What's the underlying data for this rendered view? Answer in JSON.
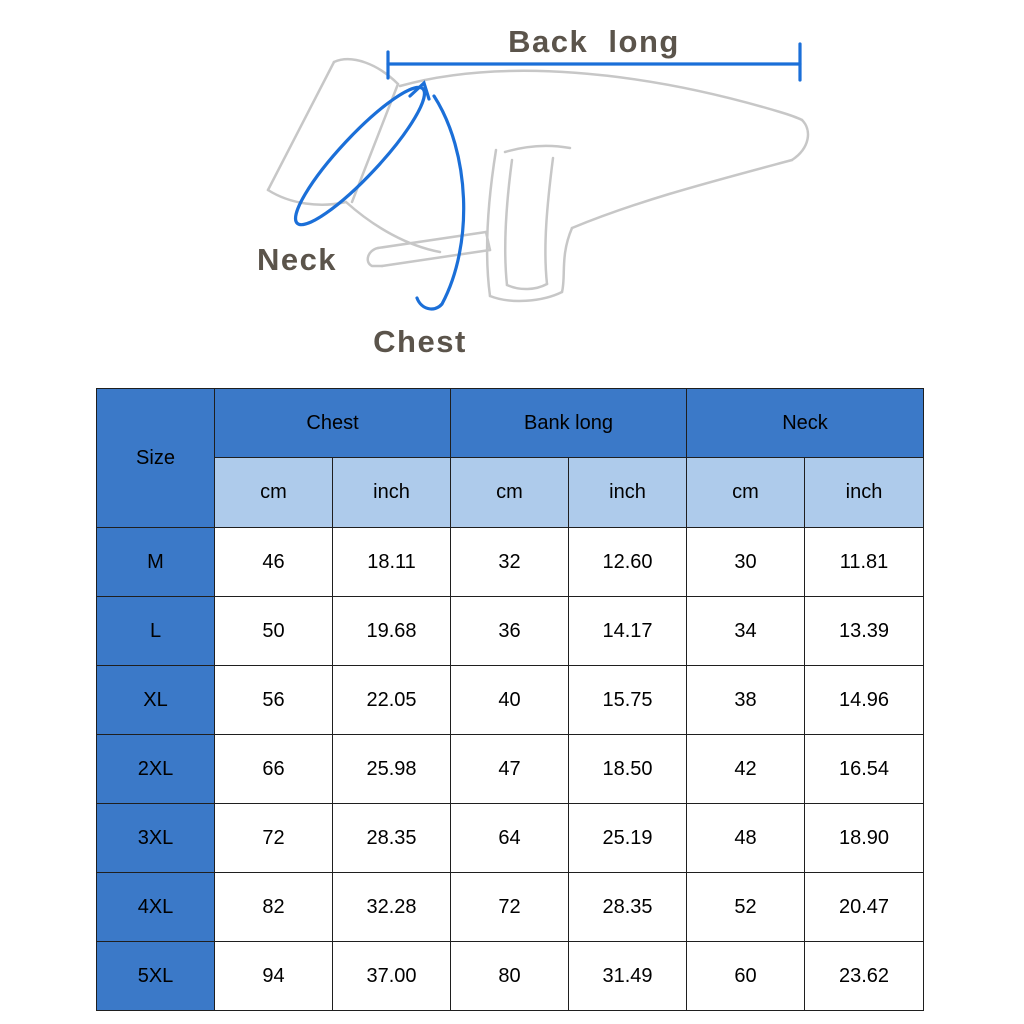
{
  "colors": {
    "measure_blue": "#1B6FD8",
    "outline_gray": "#C7C7C7",
    "label_color": "#5B544B",
    "table_header_bg": "#3B79C8",
    "table_subheader_bg": "#AECBEB"
  },
  "diagram": {
    "back_long_label": "Back long",
    "neck_label": "Neck",
    "chest_label": "Chest"
  },
  "size_table": {
    "corner_header": "Size",
    "group_headers": [
      "Chest",
      "Bank long",
      "Neck"
    ],
    "unit_headers": [
      "cm",
      "inch",
      "cm",
      "inch",
      "cm",
      "inch"
    ],
    "rows": [
      {
        "size": "M",
        "values": [
          "46",
          "18.11",
          "32",
          "12.60",
          "30",
          "11.81"
        ]
      },
      {
        "size": "L",
        "values": [
          "50",
          "19.68",
          "36",
          "14.17",
          "34",
          "13.39"
        ]
      },
      {
        "size": "XL",
        "values": [
          "56",
          "22.05",
          "40",
          "15.75",
          "38",
          "14.96"
        ]
      },
      {
        "size": "2XL",
        "values": [
          "66",
          "25.98",
          "47",
          "18.50",
          "42",
          "16.54"
        ]
      },
      {
        "size": "3XL",
        "values": [
          "72",
          "28.35",
          "64",
          "25.19",
          "48",
          "18.90"
        ]
      },
      {
        "size": "4XL",
        "values": [
          "82",
          "32.28",
          "72",
          "28.35",
          "52",
          "20.47"
        ]
      },
      {
        "size": "5XL",
        "values": [
          "94",
          "37.00",
          "80",
          "31.49",
          "60",
          "23.62"
        ]
      }
    ]
  },
  "chart_data": {
    "type": "table",
    "columns": [
      "Size",
      "Chest cm",
      "Chest inch",
      "Bank long cm",
      "Bank long inch",
      "Neck cm",
      "Neck inch"
    ],
    "rows": [
      [
        "M",
        "46",
        "18.11",
        "32",
        "12.60",
        "30",
        "11.81"
      ],
      [
        "L",
        "50",
        "19.68",
        "36",
        "14.17",
        "34",
        "13.39"
      ],
      [
        "XL",
        "56",
        "22.05",
        "40",
        "15.75",
        "38",
        "14.96"
      ],
      [
        "2XL",
        "66",
        "25.98",
        "47",
        "18.50",
        "42",
        "16.54"
      ],
      [
        "3XL",
        "72",
        "28.35",
        "64",
        "25.19",
        "48",
        "18.90"
      ],
      [
        "4XL",
        "82",
        "32.28",
        "72",
        "28.35",
        "52",
        "20.47"
      ],
      [
        "5XL",
        "94",
        "37.00",
        "80",
        "31.49",
        "60",
        "23.62"
      ]
    ]
  }
}
